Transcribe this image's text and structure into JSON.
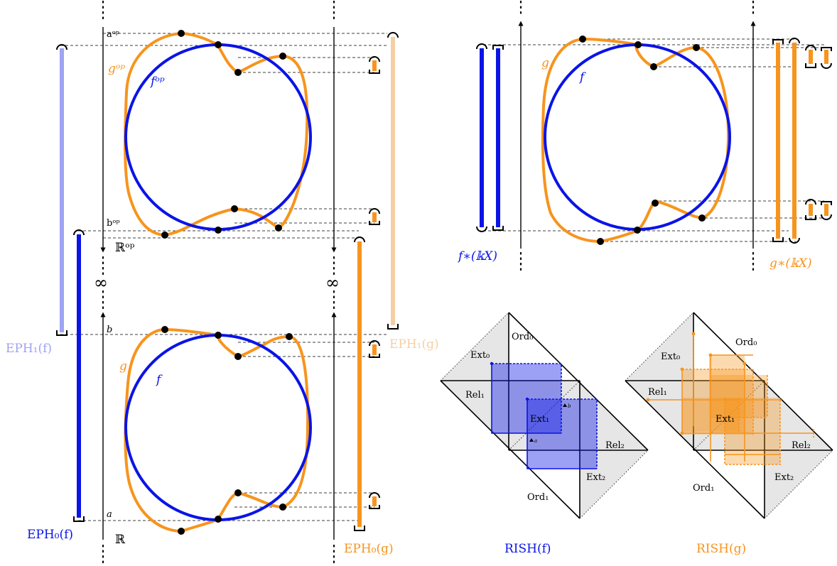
{
  "colors": {
    "blue": "#0a14e6",
    "blue_light": "#9ea3f2",
    "orange": "#f7941d",
    "orange_light": "#f5cfa3",
    "fill_blue": "#8c90ee",
    "fill_orange": "#f0c690",
    "gray_fill": "#e6e6e6",
    "black": "#000000"
  },
  "labels": {
    "a_op": "aᵒᵖ",
    "b_op": "bᵒᵖ",
    "a": "a",
    "b": "b",
    "R_op": "ℝᵒᵖ",
    "R": "ℝ",
    "infinity": "∞",
    "g_op": "gᵒᵖ",
    "f_op": "fᵒᵖ",
    "g": "g",
    "f": "f",
    "eph1_f": "EPH₁(f)",
    "eph0_f": "EPH₀(f)",
    "eph1_g": "EPH₁(g)",
    "eph0_g": "EPH₀(g)",
    "f_push": "f∗(𝕜X)",
    "g_push": "g∗(𝕜X)",
    "rish_f": "RISH(f)",
    "rish_g": "RISH(g)",
    "ext0": "Ext₀",
    "ord0": "Ord₀",
    "rel1": "Rel₁",
    "ext1": "Ext₁",
    "rel2": "Rel₂",
    "ord1": "Ord₁",
    "ext2": "Ext₂",
    "tick_a": "a",
    "tick_b": "b"
  }
}
